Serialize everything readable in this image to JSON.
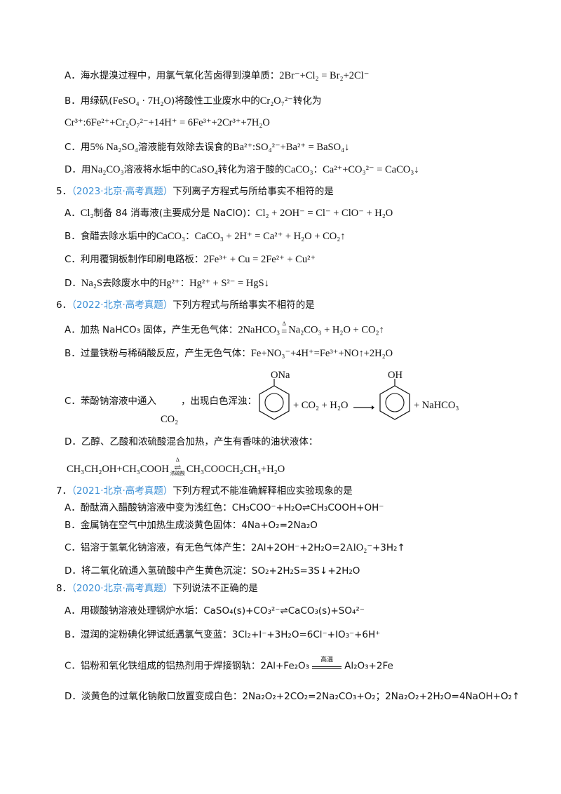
{
  "q4_opts": {
    "a_text": "A．海水提溴过程中，用氯气氧化苦卤得到溴单质：",
    "a_eq": "2Br⁻+Cl₂ = Br₂+2Cl⁻",
    "b_text": "B．用绿矾(",
    "b_formula": "FeSO₄ · 7H₂O",
    "b_text2": ")将酸性工业废水中的",
    "b_ion": "Cr₂O₇²⁻",
    "b_text3": "转化为",
    "b_eq_line": "Cr³⁺:6Fe²⁺+Cr₂O₇²⁻+14H⁺ = 6Fe³⁺+2Cr³⁺+7H₂O",
    "c_text": "C．用",
    "c_formula": "5% Na₂SO₄",
    "c_text2": "溶液能有效除去误食的",
    "c_eq": "Ba²⁺:SO₄²⁻+Ba²⁺ = BaSO₄↓",
    "d_text": "D．用",
    "d_f1": "Na₂CO₃",
    "d_text2": "溶液将水垢中的",
    "d_f2": "CaSO₄",
    "d_text3": "转化为溶于酸的",
    "d_f3": "CaCO₃",
    "d_eq": "Ca²⁺+CO₃²⁻ = CaCO₃↓"
  },
  "q5": {
    "num": "5．",
    "source": "（2023·北京·高考真题）",
    "stem": "下列离子方程式与所给事实不相符的是",
    "a": "A．",
    "a_f": "Cl₂",
    "a_text": "制备 84 消毒液(主要成分是 NaClO)：",
    "a_eq": "Cl₂ + 2OH⁻ = Cl⁻ + ClO⁻ + H₂O",
    "b": "B．食醋去除水垢中的",
    "b_f": "CaCO₃",
    "b_eq": "CaCO₃ + 2H⁺ = Ca²⁺ + H₂O + CO₂↑",
    "c": "C．利用覆铜板制作印刷电路板：",
    "c_eq": "2Fe³⁺ + Cu = 2Fe²⁺ + Cu²⁺",
    "d": "D．",
    "d_f": "Na₂S",
    "d_text": "去除废水中的",
    "d_ion": "Hg²⁺",
    "d_eq": "Hg²⁺ + S²⁻ = HgS↓"
  },
  "q6": {
    "num": "6．",
    "source": "（2022·北京·高考真题）",
    "stem": "下列方程式与所给事实不相符的是",
    "a": "A．加热 NaHCO₃ 固体，产生无色气体：",
    "a_eq_left": "2NaHCO₃",
    "a_cond": "Δ",
    "a_eq_right": "Na₂CO₃ + H₂O + CO₂↑",
    "b": "B．过量铁粉与稀硝酸反应，产生无色气体：",
    "b_eq": "Fe+NO₃⁻+4H⁺=Fe³⁺+NO↑+2H₂O",
    "c": "C．苯酚钠溶液中通入",
    "c_co2": "CO₂",
    "c_text": "，出现白色浑浊：",
    "c_reactant_group": "ONa",
    "c_product_group": "OH",
    "c_plus1": "+ CO₂ + H₂O",
    "c_plus2": "+ NaHCO₃",
    "d": "D．乙醇、乙酸和浓硫酸混合加热，产生有香味的油状液体：",
    "d_left": "CH₃CH₂OH+CH₃COOH",
    "d_cond_top": "Δ",
    "d_cond_bot": "浓硫酸",
    "d_right": "CH₃COOCH₂CH₃+H₂O"
  },
  "q7": {
    "num": "7．",
    "source": "（2021·北京·高考真题）",
    "stem": "下列方程式不能准确解释相应实验现象的是",
    "a": "A．酚酞滴入醋酸钠溶液中变为浅红色：CH₃COO⁻+H₂O⇌CH₃COOH+OH⁻",
    "b": "B．金属钠在空气中加热生成淡黄色固体：4Na+O₂=2Na₂O",
    "c": "C．铝溶于氢氧化钠溶液，有无色气体产生：2Al+2OH⁻+2H₂O=2",
    "c_ion": "AlO₂⁻",
    "c_end": "+3H₂↑",
    "d": "D．将二氧化硫通入氢硫酸中产生黄色沉淀：SO₂+2H₂S=3S↓+2H₂O"
  },
  "q8": {
    "num": "8．",
    "source": "（2020·北京·高考真题）",
    "stem": "下列说法不正确的是",
    "a": "A．用碳酸钠溶液处理锅炉水垢：CaSO₄(s)+CO₃²⁻⇌CaCO₃(s)+SO₄²⁻",
    "b": "B．湿润的淀粉碘化钾试纸遇氯气变蓝：3Cl₂+I⁻+3H₂O=6Cl⁻+IO₃⁻+6H⁺",
    "c": "C．铝粉和氧化铁组成的铝热剂用于焊接钢轨：2Al+Fe₂O₃",
    "c_cond": "高温",
    "c_end": "Al₂O₃+2Fe",
    "d": "D．淡黄色的过氧化钠敞口放置变成白色：2Na₂O₂+2CO₂=2Na₂CO₃+O₂；2Na₂O₂+2H₂O=4NaOH+O₂↑"
  }
}
